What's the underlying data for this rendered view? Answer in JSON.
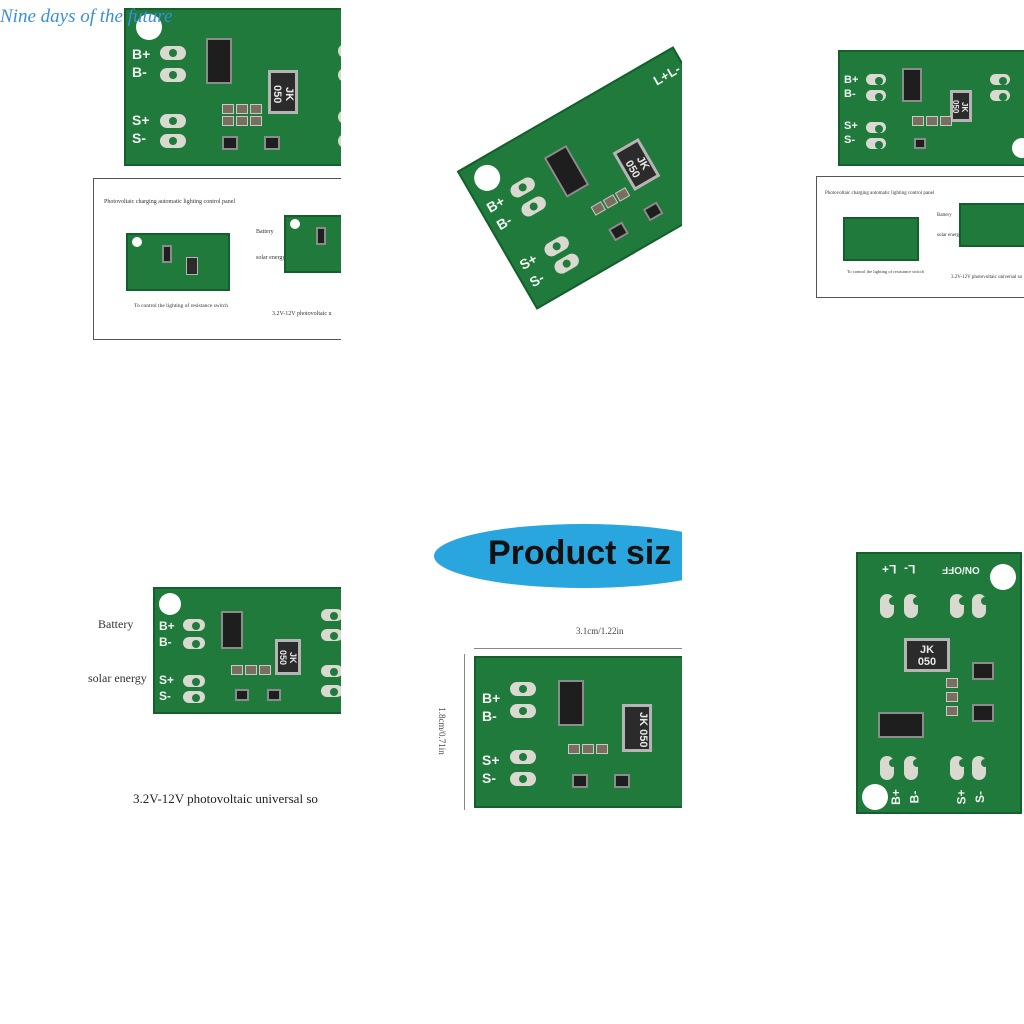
{
  "watermark": "Nine days of the future",
  "board_labels": {
    "b_plus": "B+",
    "b_minus": "B-",
    "s_plus": "S+",
    "s_minus": "S-",
    "l_plus": "L+",
    "l_minus": "L-",
    "on_off": "ON/OFF",
    "inductor": "JK\n050"
  },
  "panel_top_left": {
    "title": "Photovoltaic charging automatic lighting control panel",
    "battery": "Battery",
    "solar": "solar energy",
    "resistance_caption": "To control the lighting of resistance switch",
    "voltage_caption": "3.2V-12V photovoltaic u"
  },
  "panel_top_right": {
    "title": "Photovoltaic charging automatic lighting control panel",
    "battery": "Battery",
    "solar": "solar energy",
    "resistance_caption": "To control the lighting of resistance switch",
    "voltage_caption": "3.2V-12V photovoltaic universal so"
  },
  "panel_middle_left": {
    "battery": "Battery",
    "solar": "solar energy",
    "voltage_caption": "3.2V-12V photovoltaic universal so"
  },
  "product_size": {
    "banner": "Product siz",
    "width_label": "3.1cm/1.22in",
    "height_label": "1.8cm/0.71in"
  },
  "colors": {
    "pcb": "#1f7a3c",
    "banner": "#2aa6de",
    "watermark": "#3a8ee0"
  }
}
